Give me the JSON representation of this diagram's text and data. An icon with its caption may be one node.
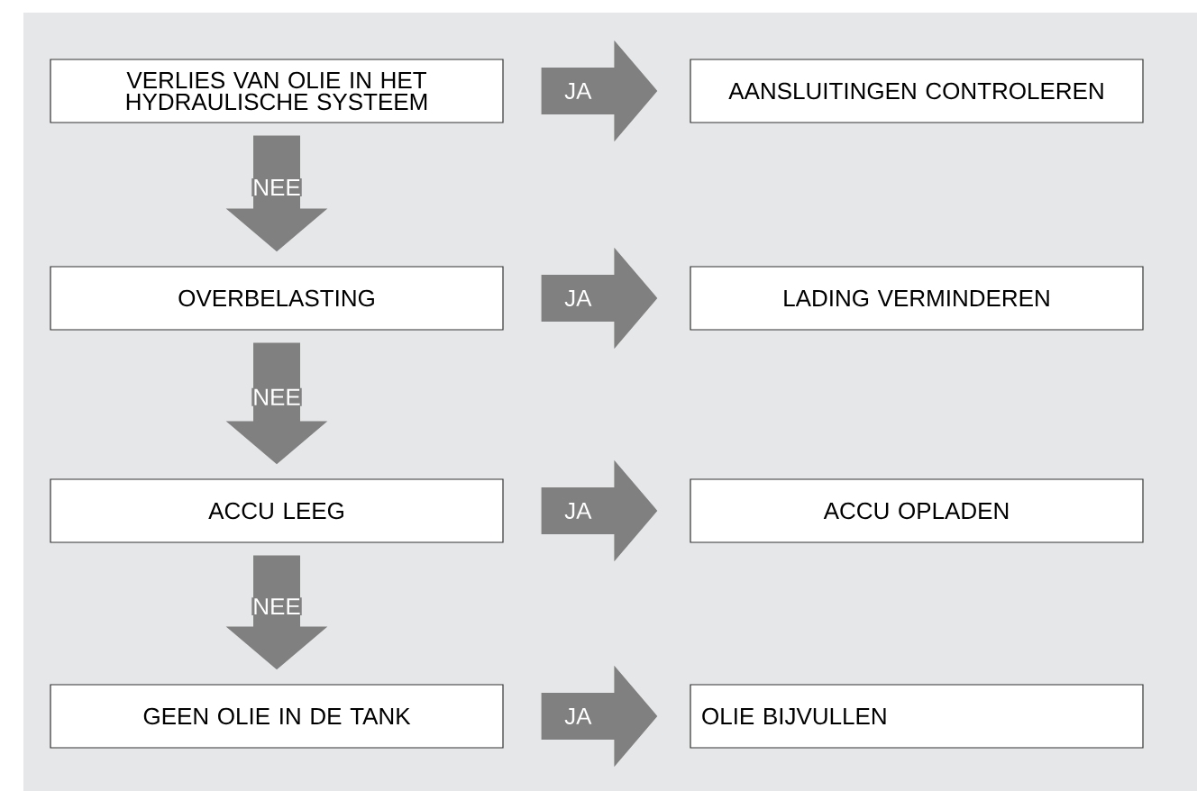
{
  "diagram": {
    "nodes": [
      {
        "text": [
          "VERLIES VAN OLIE IN HET HYDRAULISCHE SYSTEEM"
        ]
      },
      {
        "text": [
          "OVERBELASTING"
        ]
      },
      {
        "text": [
          "ACCU LEEG"
        ]
      },
      {
        "text": [
          "GEEN OLIE IN DE TANK"
        ]
      },
      {
        "text": [
          "AANSLUITINGEN CONTROLEREN"
        ]
      },
      {
        "text": [
          "LADING VERMINDEREN"
        ]
      },
      {
        "text": [
          "ACCU OPLADEN"
        ]
      },
      {
        "text": [
          "OLIE BIJVULLEN"
        ]
      }
    ],
    "edges": [
      {
        "from": 0,
        "to": 4,
        "arrow": "to",
        "label": "JA"
      },
      {
        "from": 0,
        "to": 1,
        "arrow": "to",
        "label": "NEE"
      },
      {
        "from": 1,
        "to": 5,
        "arrow": "to",
        "label": "JA"
      },
      {
        "from": 1,
        "to": 2,
        "arrow": "to",
        "label": "NEE"
      },
      {
        "from": 2,
        "to": 6,
        "arrow": "to",
        "label": "JA"
      },
      {
        "from": 2,
        "to": 3,
        "arrow": "to",
        "label": "NEE"
      },
      {
        "from": 3,
        "to": 7,
        "arrow": "to",
        "label": "JA"
      }
    ]
  }
}
